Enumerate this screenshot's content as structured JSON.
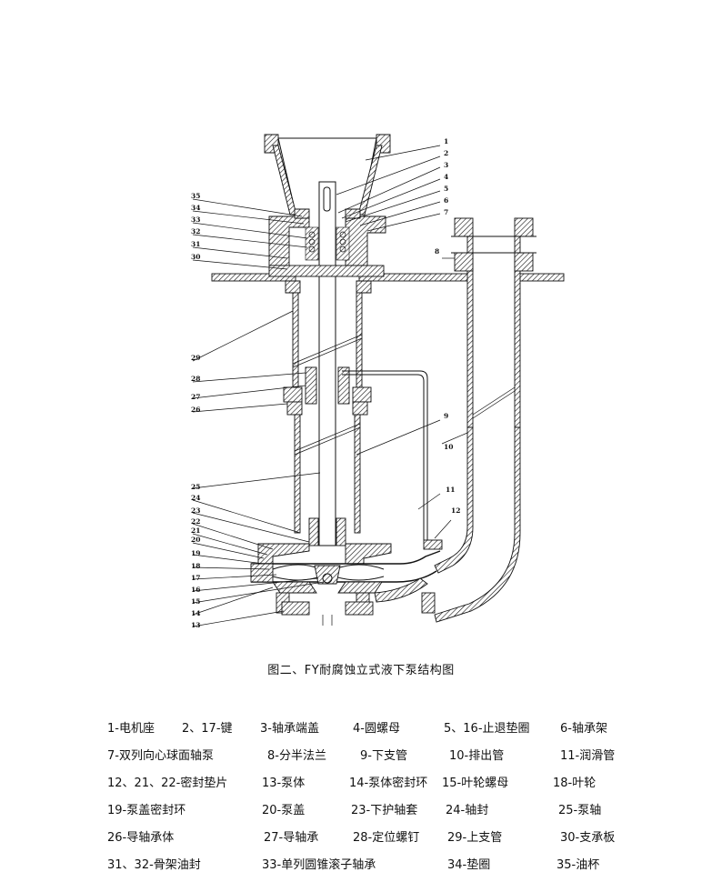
{
  "caption": "图二、FY耐腐蚀立式液下泵结构图",
  "callouts": [
    "1",
    "2",
    "3",
    "4",
    "5",
    "6",
    "7",
    "8",
    "9",
    "10",
    "11",
    "12",
    "13",
    "14",
    "15",
    "16",
    "17",
    "18",
    "19",
    "20",
    "21",
    "22",
    "23",
    "24",
    "25",
    "26",
    "27",
    "28",
    "29",
    "30",
    "31",
    "32",
    "33",
    "34",
    "35"
  ],
  "legend": [
    [
      "1-电机座",
      "2、17-键",
      "3-轴承端盖",
      "4-圆螺母",
      "5、16-止退垫圈",
      "6-轴承架"
    ],
    [
      "7-双列向心球面轴泵",
      "8-分半法兰",
      "9-下支管",
      "10-排出管",
      "11-润滑管"
    ],
    [
      "12、21、22-密封垫片",
      "13-泵体",
      "14-泵体密封环",
      "15-叶轮螺母",
      "18-叶轮"
    ],
    [
      "19-泵盖密封环",
      "20-泵盖",
      "23-下护轴套",
      "24-轴封",
      "25-泵轴"
    ],
    [
      "26-导轴承体",
      "27-导轴承",
      "28-定位螺钉",
      "29-上支管",
      "30-支承板"
    ],
    [
      "31、32-骨架油封",
      "33-单列圆锥滚子轴承",
      "34-垫圈",
      "35-油杯"
    ]
  ]
}
